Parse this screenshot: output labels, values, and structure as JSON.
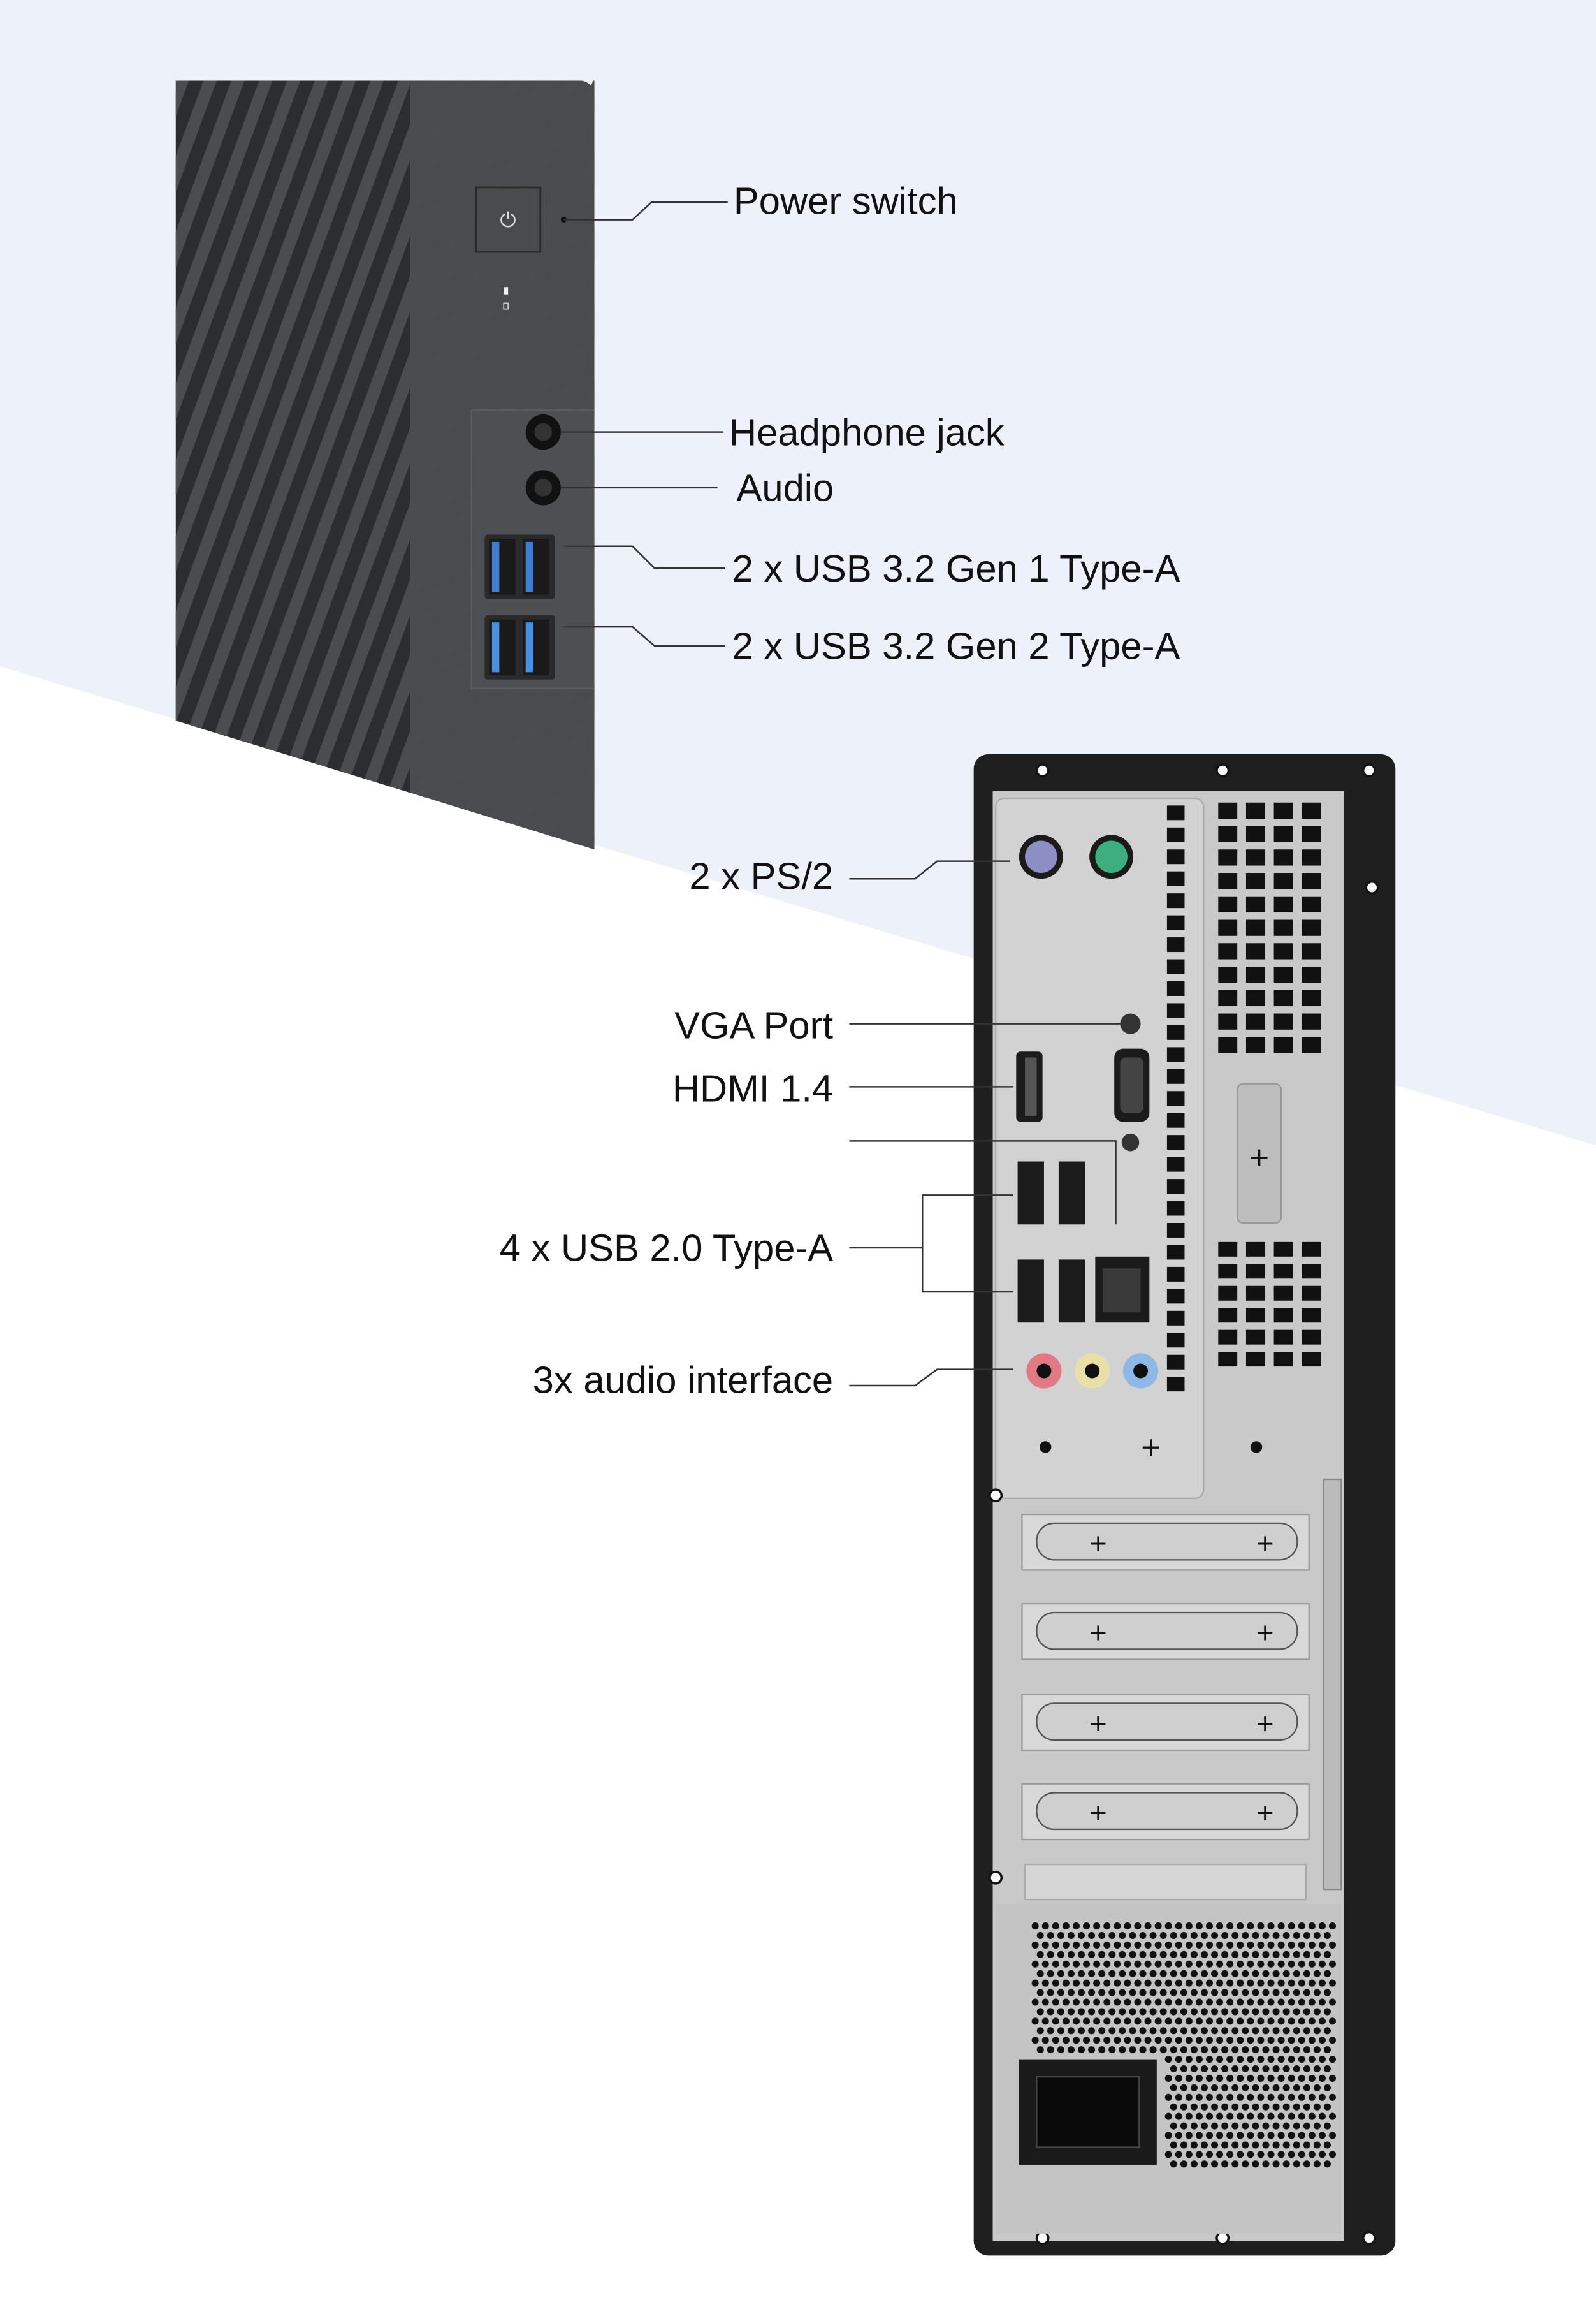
{
  "front_labels": {
    "power_switch": "Power switch",
    "headphone_jack": "Headphone jack",
    "audio": "Audio",
    "usb_gen1": "2 x USB 3.2 Gen 1 Type-A",
    "usb_gen2": "2 x USB 3.2 Gen 2 Type-A"
  },
  "rear_labels": {
    "ps2": "2 x PS/2",
    "vga": "VGA Port",
    "hdmi": "HDMI 1.4",
    "usb20": "4 x USB 2.0 Type-A",
    "audio_interface": "3x audio interface"
  },
  "colors": {
    "bg_top": "#edf1fa",
    "case_dark": "#3b3c3f",
    "rear_silver": "#c9c9c9",
    "ps2_keyboard": "#8d8fc4",
    "ps2_mouse": "#3fae7e",
    "audio_pink": "#e27a86",
    "audio_yellow": "#e9e0a8",
    "audio_blue": "#8fb8e6",
    "usb3_blue": "#3f7fd1"
  }
}
